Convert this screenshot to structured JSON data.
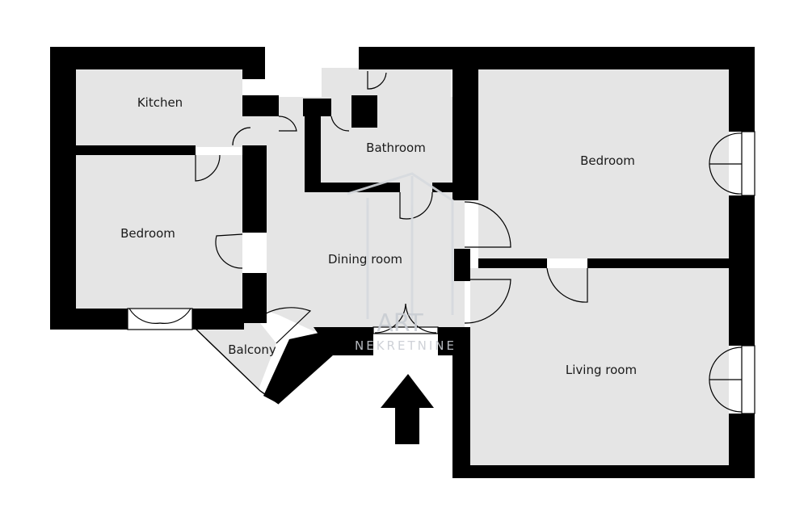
{
  "rooms": {
    "kitchen": "Kitchen",
    "bathroom": "Bathroom",
    "bedroom_left": "Bedroom",
    "bedroom_right": "Bedroom",
    "dining_room": "Dining room",
    "living_room": "Living room",
    "balcony": "Balcony"
  },
  "watermark": {
    "brand": "ART",
    "subtitle": "NEKRETNINE"
  },
  "colors": {
    "wall": "#000000",
    "floor": "#e5e5e5",
    "watermark": "#c9cdd3"
  },
  "entrance": {
    "icon": "entrance-arrow-up-icon"
  }
}
